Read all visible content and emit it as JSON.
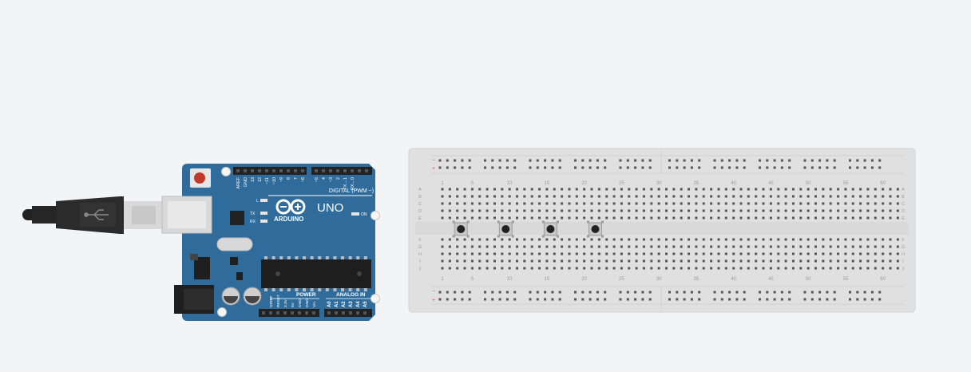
{
  "arduino": {
    "logo_text": "ARDUINO",
    "model": "UNO",
    "digital_header_label": "DIGITAL (PWM ~)",
    "power_label": "POWER",
    "analog_label": "ANALOG IN",
    "on_label": "ON",
    "l_led_label": "L",
    "tx_label": "TX",
    "rx_label": "RX",
    "digital_pins": [
      "AREF",
      "GND",
      "13",
      "12",
      "~11",
      "~10",
      "~9",
      "8",
      "7",
      "~6",
      "~5",
      "4",
      "~3",
      "2",
      "TX→1",
      "RX←0"
    ],
    "power_pins": [
      "IOREF",
      "RESET",
      "3.3V",
      "5V",
      "GND",
      "GND",
      "Vin"
    ],
    "analog_pins": [
      "A0",
      "A1",
      "A2",
      "A3",
      "A4",
      "A5"
    ]
  },
  "breadboard": {
    "column_numbers": [
      "1",
      "5",
      "10",
      "15",
      "20",
      "25",
      "30",
      "35",
      "40",
      "45",
      "50",
      "55",
      "60"
    ],
    "row_letters_top": [
      "A",
      "B",
      "C",
      "D",
      "E"
    ],
    "row_letters_bottom": [
      "F",
      "G",
      "H",
      "I",
      "J"
    ],
    "rail_minus": "−",
    "rail_plus": "+"
  },
  "components": {
    "buttons": [
      {
        "name": "pushbutton-1"
      },
      {
        "name": "pushbutton-2"
      },
      {
        "name": "pushbutton-3"
      },
      {
        "name": "pushbutton-4"
      }
    ]
  },
  "colors": {
    "board_blue": "#2f6c9c",
    "board_dark": "#245a86",
    "breadboard": "#e0e0e0",
    "rail_red": "#e05a5a",
    "reset_red": "#c0392b"
  }
}
